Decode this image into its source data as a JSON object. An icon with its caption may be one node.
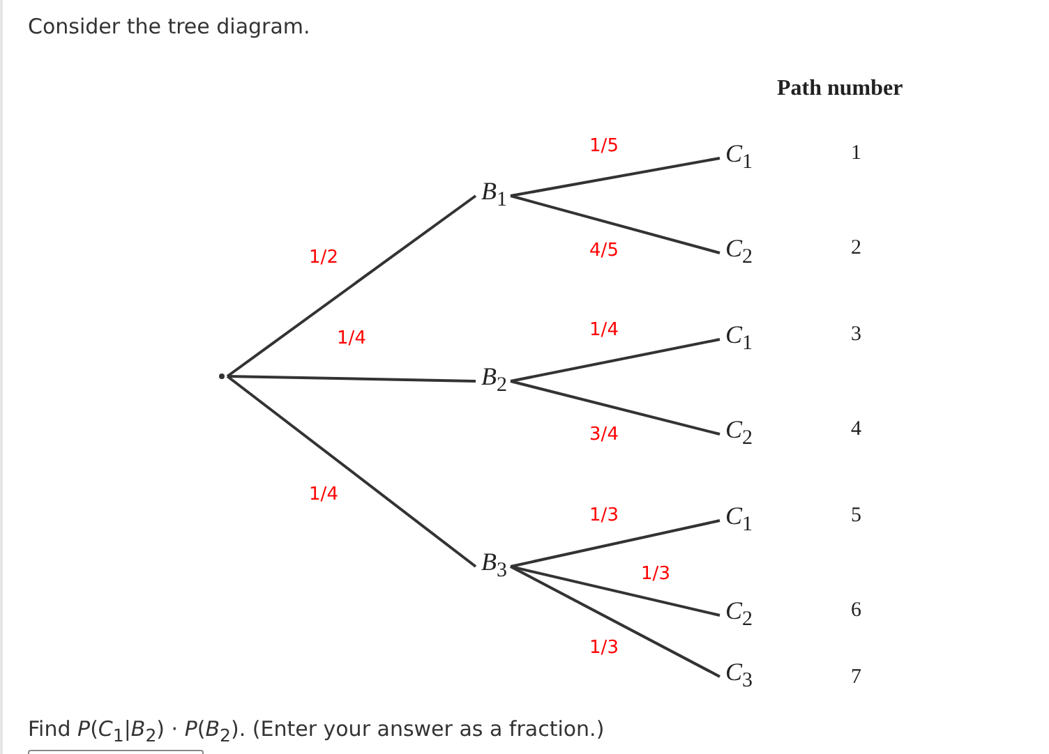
{
  "diagram": {
    "nodes": [
      {
        "text": [],
        "shape": "point"
      },
      {
        "text": [
          "*B*$_{1}$"
        ]
      },
      {
        "text": [
          "*B*$_{2}$"
        ]
      },
      {
        "text": [
          "*B*$_{3}$"
        ]
      },
      {
        "text": [
          "*C*$_{1}$"
        ]
      },
      {
        "text": [
          "*C*$_{2}$"
        ]
      },
      {
        "text": [
          "*C*$_{1}$"
        ]
      },
      {
        "text": [
          "*C*$_{2}$"
        ]
      },
      {
        "text": [
          "*C*$_{1}$"
        ]
      },
      {
        "text": [
          "*C*$_{2}$"
        ]
      },
      {
        "text": [
          "*C*$_{3}$"
        ]
      }
    ],
    "edges": [
      {
        "from": 0,
        "to": 1,
        "arrow": "none",
        "label": "1/2"
      },
      {
        "from": 0,
        "to": 2,
        "arrow": "none",
        "label": "1/4"
      },
      {
        "from": 0,
        "to": 3,
        "arrow": "none",
        "label": "1/4"
      },
      {
        "from": 1,
        "to": 4,
        "arrow": "none",
        "label": "1/5"
      },
      {
        "from": 1,
        "to": 5,
        "arrow": "none",
        "label": "4/5"
      },
      {
        "from": 2,
        "to": 6,
        "arrow": "none",
        "label": "1/4"
      },
      {
        "from": 2,
        "to": 7,
        "arrow": "none",
        "label": "3/4"
      },
      {
        "from": 3,
        "to": 8,
        "arrow": "none",
        "label": "1/3"
      },
      {
        "from": 3,
        "to": 9,
        "arrow": "none",
        "label": "1/3"
      },
      {
        "from": 3,
        "to": 10,
        "arrow": "none",
        "label": "1/3"
      }
    ],
    "labels": [
      "Consider the tree diagram.",
      "Path number",
      "1",
      "2",
      "3",
      "4",
      "5",
      "6",
      "7",
      "Find *P*(*C*$_{1}$|*B*$_{2}$) · *P*(*B*$_{2}$). (Enter your answer as a fraction.)"
    ]
  }
}
